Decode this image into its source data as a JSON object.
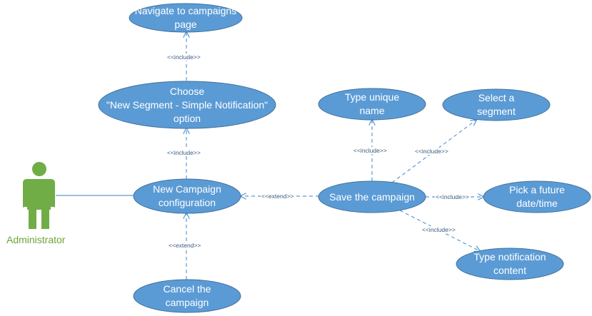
{
  "diagram": {
    "actor": {
      "label": "Administrator"
    },
    "use_cases": {
      "navigate": {
        "lines": [
          "Navigate to campaigns",
          "page"
        ]
      },
      "choose": {
        "lines": [
          "Choose",
          "\"New Segment - Simple Notification\"",
          "option"
        ]
      },
      "new_campaign": {
        "lines": [
          "New Campaign",
          "configuration"
        ]
      },
      "cancel": {
        "lines": [
          "Cancel the",
          "campaign"
        ]
      },
      "save": {
        "lines": [
          "Save the campaign"
        ]
      },
      "unique_name": {
        "lines": [
          "Type unique",
          "name"
        ]
      },
      "select_segment": {
        "lines": [
          "Select a",
          "segment"
        ]
      },
      "pick_date": {
        "lines": [
          "Pick a future",
          "date/time"
        ]
      },
      "notification": {
        "lines": [
          "Type notification",
          "content"
        ]
      }
    },
    "relations": {
      "include_label": "<<include>>",
      "extend_label": "<<extend>>"
    },
    "colors": {
      "use_case_fill": "#5b9bd5",
      "use_case_stroke": "#41719c",
      "connector": "#5b9bd5",
      "actor": "#70ad47"
    }
  }
}
